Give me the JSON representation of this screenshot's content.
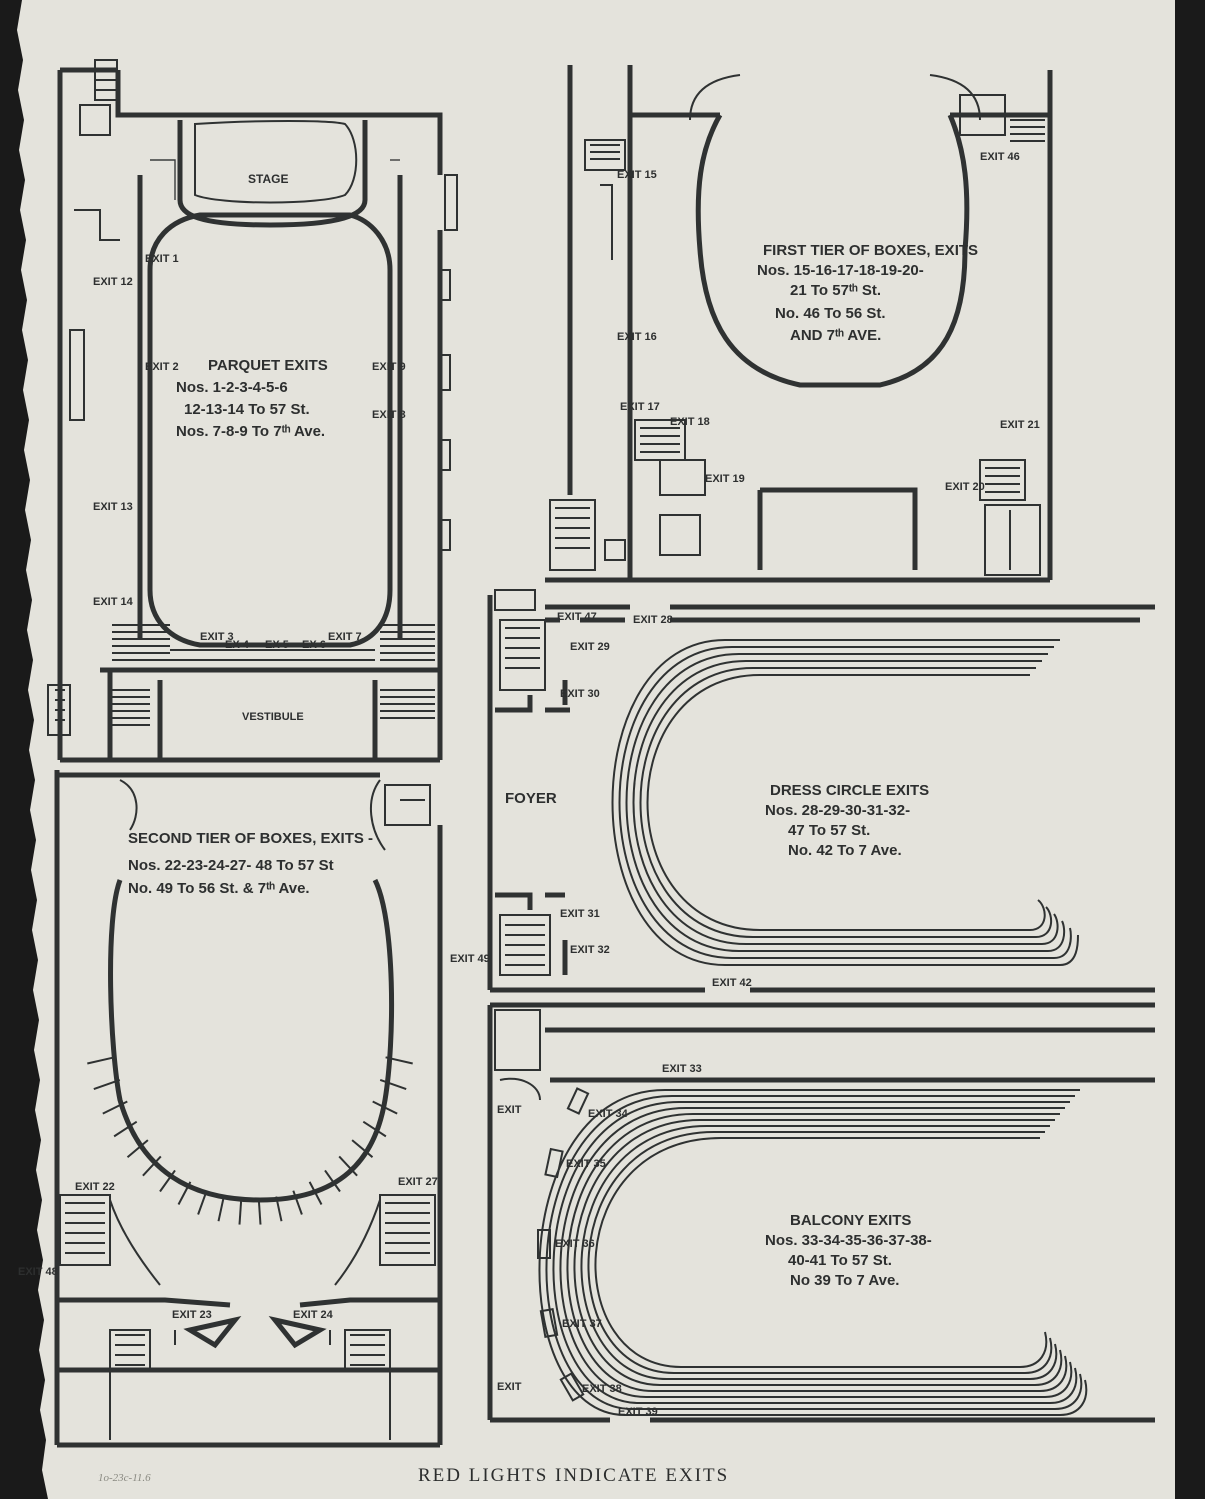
{
  "colors": {
    "paper": "#e4e3dc",
    "ink": "#2f3232",
    "backdrop": "#1a1a1a"
  },
  "footer": {
    "caption": "RED LIGHTS INDICATE EXITS",
    "catalog_note": "1o-23c-11.6"
  },
  "parquet": {
    "stage": "STAGE",
    "vestibule": "VESTIBULE",
    "title": [
      "PARQUET EXITS",
      "Nos. 1-2-3-4-5-6",
      "12-13-14 To 57 St.",
      "Nos. 7-8-9 To 7ᵗʰ Ave."
    ],
    "exits": [
      "EXIT 1",
      "EXIT 2",
      "EXIT 3",
      "EX 4",
      "EX 5",
      "EX 6",
      "EXIT 7",
      "EXIT 8",
      "EXIT 9",
      "EXIT 12",
      "EXIT 13",
      "EXIT 14"
    ]
  },
  "first_tier": {
    "title": [
      "FIRST TIER OF BOXES, EXITS",
      "Nos. 15-16-17-18-19-20-",
      "21 To 57ᵗʰ St.",
      "No. 46 To 56 St.",
      "AND 7ᵗʰ AVE."
    ],
    "exits": [
      "EXIT 15",
      "EXIT 16",
      "EXIT 17",
      "EXIT 18",
      "EXIT 19",
      "EXIT 20",
      "EXIT 21",
      "EXIT 46"
    ]
  },
  "dress_circle": {
    "foyer": "FOYER",
    "title": [
      "DRESS CIRCLE EXITS",
      "Nos. 28-29-30-31-32-",
      "47 To 57 St.",
      "No. 42 To 7 Ave."
    ],
    "exits": [
      "EXIT 28",
      "EXIT 29",
      "EXIT 30",
      "EXIT 31",
      "EXIT 32",
      "EXIT 42",
      "EXIT 47"
    ]
  },
  "second_tier": {
    "title": [
      "SECOND TIER OF BOXES, EXITS -",
      "Nos. 22-23-24-27- 48 To 57 St",
      "No. 49 To 56 St. & 7ᵗʰ Ave."
    ],
    "exits": [
      "EXIT 22",
      "EXIT 23",
      "EXIT 24",
      "EXIT 27",
      "EXIT 48",
      "EXIT 49"
    ]
  },
  "balcony": {
    "title": [
      "BALCONY EXITS",
      "Nos. 33-34-35-36-37-38-",
      "40-41 To 57 St.",
      "No 39 To 7 Ave."
    ],
    "exits": [
      "EXIT 33",
      "EXIT 34",
      "EXIT 35",
      "EXIT 36",
      "EXIT 37",
      "EXIT 38",
      "EXIT 39",
      "EXIT",
      "EXIT"
    ]
  }
}
